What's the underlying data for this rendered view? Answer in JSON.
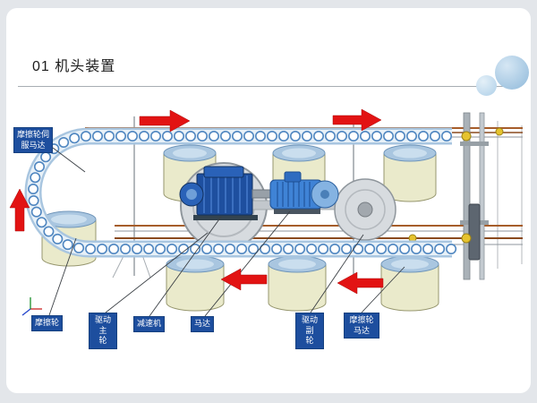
{
  "slide": {
    "title": "01 机头装置"
  },
  "labels": {
    "servo_motor": "摩擦轮伺\n服马达",
    "friction_wheel": "摩擦轮",
    "drive_main_wheel": "驱动主\n轮",
    "reducer": "减速机",
    "motor": "马达",
    "drive_sub_wheel": "驱动副\n轮",
    "friction_wheel_motor": "摩擦轮\n马达"
  },
  "colors": {
    "label_background": "#1d4e9e",
    "arrow_red": "#e21313",
    "chain_blue": "#4f86c0",
    "roller_cream": "#eaeacb",
    "machine_blue": "#1e4f9f",
    "motor_blue": "#3f83d6",
    "rail_copper": "#a65d2a",
    "decor_circle_blue": "#8fb9da"
  }
}
